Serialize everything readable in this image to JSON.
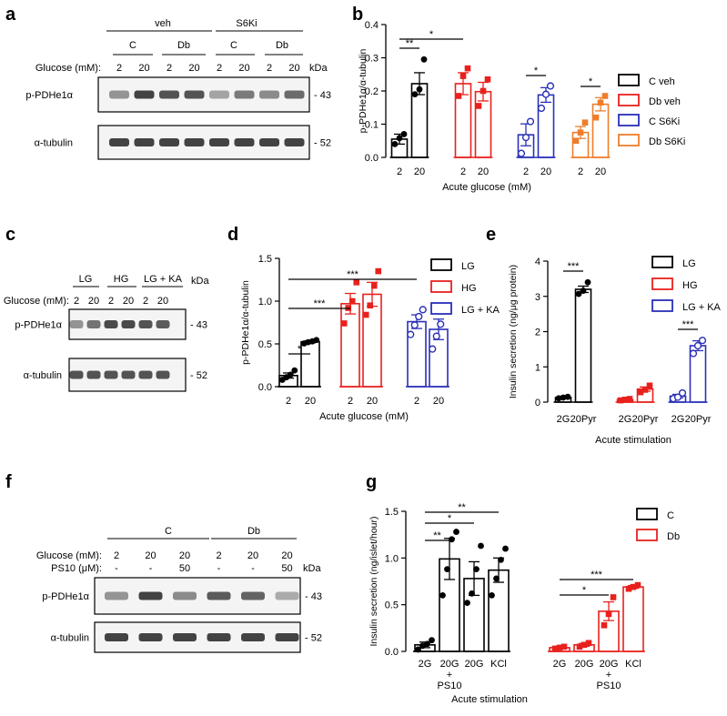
{
  "colors": {
    "black": "#000000",
    "red": "#e8211d",
    "blue": "#2a2fb8",
    "orange": "#ee7d2b"
  },
  "panel_letters": {
    "a": "a",
    "b": "b",
    "c": "c",
    "d": "d",
    "e": "e",
    "f": "f",
    "g": "g"
  },
  "blot_a": {
    "groups": [
      {
        "label": "veh"
      },
      {
        "label": "S6Ki"
      }
    ],
    "subgroups": [
      {
        "label": "C"
      },
      {
        "label": "Db"
      },
      {
        "label": "C"
      },
      {
        "label": "Db"
      }
    ],
    "glucose_label": "Glucose (mM):",
    "glucose_values": [
      "2",
      "20",
      "2",
      "20",
      "2",
      "20",
      "2",
      "20"
    ],
    "kda_label": "kDa",
    "rows": [
      {
        "label": "p-PDHe1α",
        "kda": "- 43",
        "intensity": [
          0.45,
          0.95,
          0.85,
          0.85,
          0.35,
          0.6,
          0.5,
          0.7
        ]
      },
      {
        "label": "α-tubulin",
        "kda": "- 52",
        "intensity": [
          0.95,
          0.95,
          0.95,
          0.95,
          0.95,
          0.95,
          0.95,
          0.95
        ]
      }
    ]
  },
  "blot_c": {
    "groups": [
      {
        "label": "LG"
      },
      {
        "label": "HG"
      },
      {
        "label": "LG + KA"
      }
    ],
    "glucose_label": "Glucose (mM):",
    "glucose_values": [
      "2",
      "20",
      "2",
      "20",
      "2",
      "20"
    ],
    "kda_label": "kDa",
    "rows": [
      {
        "label": "p-PDHe1α",
        "kda": "- 43",
        "intensity": [
          0.45,
          0.65,
          0.9,
          0.9,
          0.85,
          0.8
        ]
      },
      {
        "label": "α-tubulin",
        "kda": "- 52",
        "intensity": [
          0.85,
          0.85,
          0.85,
          0.85,
          0.85,
          0.85
        ]
      }
    ]
  },
  "blot_f": {
    "groups": [
      {
        "label": "C"
      },
      {
        "label": "Db"
      }
    ],
    "glucose_label": "Glucose (mM):",
    "glucose_values": [
      "2",
      "20",
      "20",
      "2",
      "20",
      "20"
    ],
    "ps10_label": "PS10 (μM):",
    "ps10_values": [
      "-",
      "-",
      "50",
      "-",
      "-",
      "50"
    ],
    "kda_label": "kDa",
    "rows": [
      {
        "label": "p-PDHe1α",
        "kda": "- 43",
        "intensity": [
          0.45,
          0.95,
          0.5,
          0.8,
          0.75,
          0.3
        ]
      },
      {
        "label": "α-tubulin",
        "kda": "- 52",
        "intensity": [
          0.95,
          0.95,
          0.95,
          0.95,
          0.95,
          0.95
        ]
      }
    ]
  },
  "chart_data": [
    {
      "panel": "b",
      "type": "bar",
      "ylabel": "p-PDHe1α/α-tubulin",
      "xlabel": "Acute glucose (mM)",
      "ylim": [
        0,
        0.4
      ],
      "yticks": [
        "0.0",
        "0.1",
        "0.2",
        "0.3",
        "0.4"
      ],
      "groups": [
        {
          "series": "C veh",
          "color": "#000000",
          "bars": [
            {
              "x": "2",
              "mean": 0.055,
              "sem": 0.015,
              "points": [
                0.04,
                0.058,
                0.07
              ]
            },
            {
              "x": "20",
              "mean": 0.222,
              "sem": 0.033,
              "points": [
                0.19,
                0.205,
                0.295
              ]
            }
          ]
        },
        {
          "series": "Db veh",
          "color": "#e8211d",
          "bars": [
            {
              "x": "2",
              "mean": 0.222,
              "sem": 0.033,
              "points": [
                0.185,
                0.245,
                0.268
              ]
            },
            {
              "x": "20",
              "mean": 0.198,
              "sem": 0.028,
              "points": [
                0.155,
                0.2,
                0.235
              ]
            }
          ]
        },
        {
          "series": "C S6Ki",
          "color": "#2a2fb8",
          "bars": [
            {
              "x": "2",
              "mean": 0.068,
              "sem": 0.033,
              "points": [
                0.012,
                0.06,
                0.108
              ]
            },
            {
              "x": "20",
              "mean": 0.188,
              "sem": 0.022,
              "points": [
                0.148,
                0.19,
                0.215
              ]
            }
          ]
        },
        {
          "series": "Db S6Ki",
          "color": "#ee7d2b",
          "bars": [
            {
              "x": "2",
              "mean": 0.075,
              "sem": 0.018,
              "points": [
                0.05,
                0.075,
                0.105
              ]
            },
            {
              "x": "20",
              "mean": 0.16,
              "sem": 0.02,
              "points": [
                0.12,
                0.165,
                0.185
              ]
            }
          ]
        }
      ],
      "legend": [
        "C veh",
        "Db veh",
        "C S6Ki",
        "Db S6Ki"
      ],
      "significance": [
        {
          "from": [
            0,
            0
          ],
          "to": [
            0,
            1
          ],
          "label": "**"
        },
        {
          "from": [
            0,
            0
          ],
          "to": [
            1,
            0
          ],
          "label": "*"
        },
        {
          "from": [
            2,
            0
          ],
          "to": [
            2,
            1
          ],
          "label": "*"
        },
        {
          "from": [
            3,
            0
          ],
          "to": [
            3,
            1
          ],
          "label": "*"
        }
      ]
    },
    {
      "panel": "d",
      "type": "bar",
      "ylabel": "p-PDHe1α/α-tubulin",
      "xlabel": "Acute glucose (mM)",
      "ylim": [
        0,
        1.5
      ],
      "yticks": [
        "0.0",
        "0.5",
        "1.0",
        "1.5"
      ],
      "groups": [
        {
          "series": "LG",
          "color": "#000000",
          "bars": [
            {
              "x": "2",
              "mean": 0.13,
              "sem": 0.03,
              "points": [
                0.08,
                0.11,
                0.14,
                0.19
              ]
            },
            {
              "x": "20",
              "mean": 0.525,
              "sem": 0.012,
              "points": [
                0.505,
                0.52,
                0.53,
                0.545
              ]
            }
          ]
        },
        {
          "series": "HG",
          "color": "#e8211d",
          "bars": [
            {
              "x": "2",
              "mean": 0.97,
              "sem": 0.12,
              "points": [
                0.74,
                0.92,
                1.0,
                1.22
              ]
            },
            {
              "x": "20",
              "mean": 1.08,
              "sem": 0.14,
              "points": [
                0.84,
                0.95,
                1.18,
                1.35
              ]
            }
          ]
        },
        {
          "series": "LG + KA",
          "color": "#2a2fb8",
          "bars": [
            {
              "x": "2",
              "mean": 0.76,
              "sem": 0.08,
              "points": [
                0.61,
                0.72,
                0.82,
                0.9
              ]
            },
            {
              "x": "20",
              "mean": 0.67,
              "sem": 0.12,
              "points": [
                0.44,
                0.59,
                0.73,
                0.9
              ]
            }
          ]
        }
      ],
      "legend": [
        "LG",
        "HG",
        "LG + KA"
      ],
      "significance": [
        {
          "from": [
            0,
            0
          ],
          "to": [
            0,
            1
          ],
          "label": "*"
        },
        {
          "from": [
            0,
            0
          ],
          "to": [
            1,
            0
          ],
          "label": "***"
        },
        {
          "from": [
            0,
            0
          ],
          "to": [
            2,
            0
          ],
          "label": "***"
        }
      ]
    },
    {
      "panel": "e",
      "type": "bar",
      "ylabel": "Insulin secretion (ng/μg protein)",
      "xlabel": "Acute stimulation",
      "ylim": [
        0,
        4
      ],
      "yticks": [
        "0",
        "1",
        "2",
        "3",
        "4"
      ],
      "groups": [
        {
          "series": "LG",
          "color": "#000000",
          "bars": [
            {
              "x": "2G",
              "mean": 0.13,
              "sem": 0.02,
              "points": [
                0.11,
                0.13,
                0.15
              ]
            },
            {
              "x": "20Pyr",
              "mean": 3.2,
              "sem": 0.09,
              "points": [
                3.07,
                3.16,
                3.4
              ]
            }
          ]
        },
        {
          "series": "HG",
          "color": "#e8211d",
          "bars": [
            {
              "x": "2G",
              "mean": 0.07,
              "sem": 0.02,
              "points": [
                0.05,
                0.07,
                0.09
              ]
            },
            {
              "x": "20Pyr",
              "mean": 0.37,
              "sem": 0.06,
              "points": [
                0.28,
                0.35,
                0.47
              ]
            }
          ]
        },
        {
          "series": "LG + KA",
          "color": "#2a2fb8",
          "bars": [
            {
              "x": "2G",
              "mean": 0.17,
              "sem": 0.05,
              "points": [
                0.1,
                0.14,
                0.26
              ]
            },
            {
              "x": "20Pyr",
              "mean": 1.6,
              "sem": 0.14,
              "points": [
                1.38,
                1.6,
                1.75
              ]
            }
          ]
        }
      ],
      "legend": [
        "LG",
        "HG",
        "LG + KA"
      ],
      "significance": [
        {
          "from": [
            0,
            0
          ],
          "to": [
            0,
            1
          ],
          "label": "***"
        },
        {
          "from": [
            2,
            0
          ],
          "to": [
            2,
            1
          ],
          "label": "***"
        }
      ]
    },
    {
      "panel": "g",
      "type": "bar",
      "ylabel": "Insulin secretion (ng/islet/hour)",
      "xlabel": "Acute stimulation",
      "ylim": [
        0,
        1.5
      ],
      "yticks": [
        "0.0",
        "0.5",
        "1.0",
        "1.5"
      ],
      "groups": [
        {
          "series": "C",
          "color": "#000000",
          "bars": [
            {
              "x": "2G",
              "mean": 0.07,
              "sem": 0.03,
              "points": [
                0.02,
                0.06,
                0.08,
                0.12
              ]
            },
            {
              "x": "20G\n+\nPS10",
              "mean": 0.99,
              "sem": 0.22,
              "points": [
                0.6,
                0.88,
                1.2,
                1.28
              ]
            },
            {
              "x": "20G",
              "mean": 0.78,
              "sem": 0.18,
              "points": [
                0.52,
                0.62,
                0.88,
                1.13
              ]
            },
            {
              "x": "KCl",
              "mean": 0.87,
              "sem": 0.13,
              "points": [
                0.6,
                0.78,
                0.98,
                1.1
              ]
            }
          ]
        },
        {
          "series": "Db",
          "color": "#e8211d",
          "bars": [
            {
              "x": "2G",
              "mean": 0.04,
              "sem": 0.01,
              "points": [
                0.03,
                0.04,
                0.05
              ]
            },
            {
              "x": "20G",
              "mean": 0.07,
              "sem": 0.015,
              "points": [
                0.05,
                0.07,
                0.09
              ]
            },
            {
              "x": "20G\n+\nPS10",
              "mean": 0.43,
              "sem": 0.1,
              "points": [
                0.28,
                0.4,
                0.58
              ]
            },
            {
              "x": "KCl",
              "mean": 0.69,
              "sem": 0.015,
              "points": [
                0.67,
                0.69,
                0.71
              ]
            }
          ]
        }
      ],
      "legend": [
        "C",
        "Db"
      ],
      "significance": [
        {
          "from": [
            0,
            0
          ],
          "to": [
            0,
            1
          ],
          "label": "**"
        },
        {
          "from": [
            0,
            0
          ],
          "to": [
            0,
            2
          ],
          "label": "*"
        },
        {
          "from": [
            0,
            0
          ],
          "to": [
            0,
            3
          ],
          "label": "**"
        },
        {
          "from": [
            1,
            0
          ],
          "to": [
            1,
            2
          ],
          "label": "*"
        },
        {
          "from": [
            1,
            0
          ],
          "to": [
            1,
            3
          ],
          "label": "***"
        }
      ]
    }
  ]
}
